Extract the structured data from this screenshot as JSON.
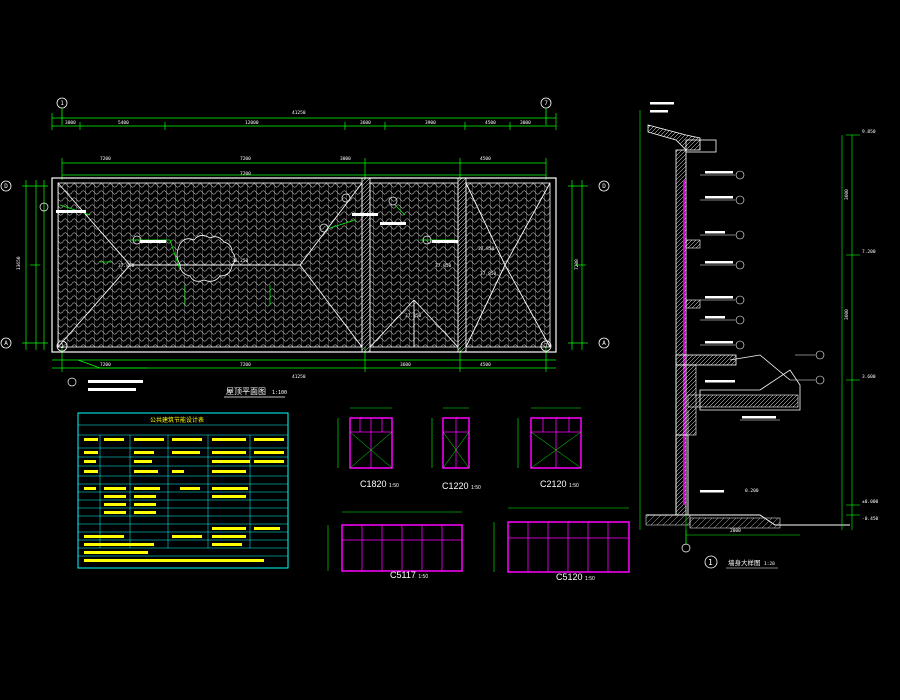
{
  "colors": {
    "background": "#000000",
    "dimension": "#00ff00",
    "geometry": "#ffffff",
    "window_frame": "#ff00ff",
    "table_border": "#00ffff",
    "highlight": "#ffff00"
  },
  "roof_plan": {
    "title": "屋顶平面图",
    "scale": "1:100",
    "overall_dim": "41250",
    "grid_start": "1",
    "grid_end": "7",
    "grid_row_top": "D",
    "grid_row_bottom": "A"
  },
  "section": {
    "title": "墙身大样图",
    "scale": "1:20",
    "grid": "1"
  },
  "windows": [
    {
      "name": "C1820",
      "scale": "1:50"
    },
    {
      "name": "C1220",
      "scale": "1:50"
    },
    {
      "name": "C2120",
      "scale": "1:50"
    },
    {
      "name": "C5117",
      "scale": "1:50"
    },
    {
      "name": "C5120",
      "scale": "1:50"
    }
  ],
  "table": {
    "title": "公共建筑节能设计表"
  }
}
